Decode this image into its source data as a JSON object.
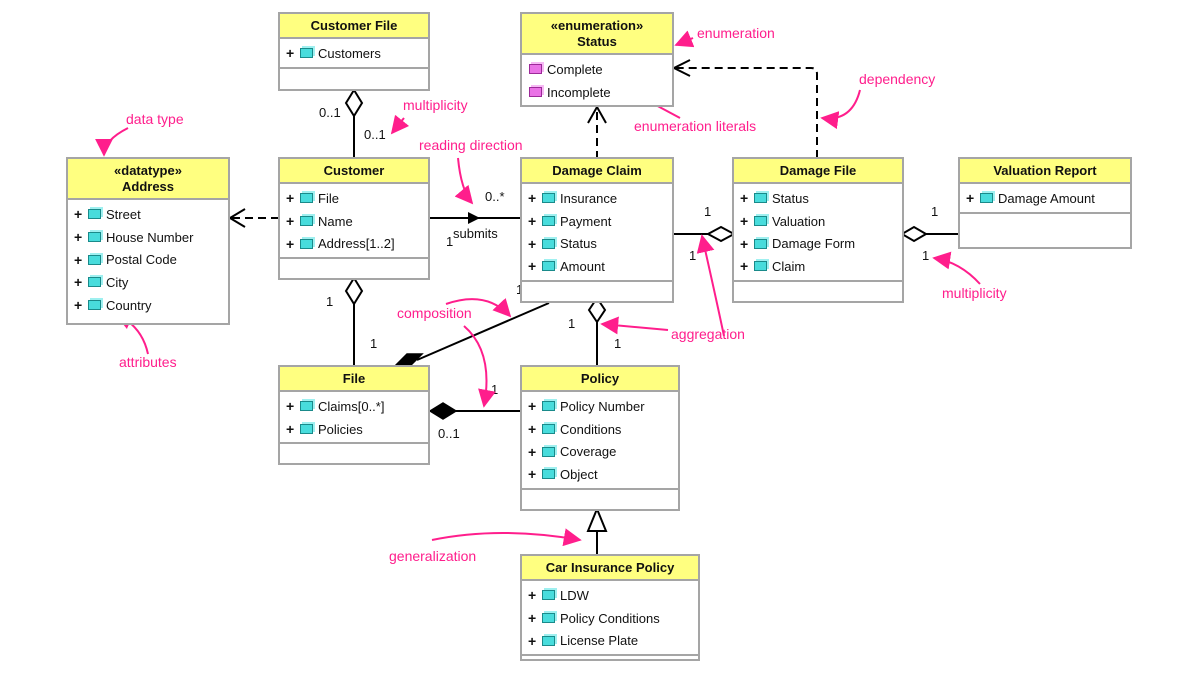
{
  "classes": {
    "customer_file": {
      "stereotype": "",
      "name": "Customer File",
      "attrs": [
        "Customers"
      ]
    },
    "status": {
      "stereotype": "«enumeration»",
      "name": "Status",
      "literals": [
        "Complete",
        "Incomplete"
      ]
    },
    "address": {
      "stereotype": "«datatype»",
      "name": "Address",
      "attrs": [
        "Street",
        "House Number",
        "Postal Code",
        "City",
        "Country"
      ]
    },
    "customer": {
      "stereotype": "",
      "name": "Customer",
      "attrs": [
        "File",
        "Name",
        "Address[1..2]"
      ]
    },
    "damage_claim": {
      "stereotype": "",
      "name": "Damage Claim",
      "attrs": [
        "Insurance",
        "Payment",
        "Status",
        "Amount"
      ]
    },
    "damage_file": {
      "stereotype": "",
      "name": "Damage File",
      "attrs": [
        "Status",
        "Valuation",
        "Damage Form",
        "Claim"
      ]
    },
    "valuation_report": {
      "stereotype": "",
      "name": "Valuation Report",
      "attrs": [
        "Damage Amount"
      ]
    },
    "file": {
      "stereotype": "",
      "name": "File",
      "attrs": [
        "Claims[0..*]",
        "Policies"
      ]
    },
    "policy": {
      "stereotype": "",
      "name": "Policy",
      "attrs": [
        "Policy Number",
        "Conditions",
        "Coverage",
        "Object"
      ]
    },
    "car_insurance_policy": {
      "stereotype": "",
      "name": "Car Insurance Policy",
      "attrs": [
        "LDW",
        "Policy Conditions",
        "License Plate"
      ]
    }
  },
  "visibility_symbol": "+",
  "association": {
    "name": "submits"
  },
  "multiplicities": {
    "cf_customer_upper": "0..1",
    "cf_customer_lower": "0..1",
    "customer_claim": "0..*",
    "customer_claim_near_customer": "1",
    "customer_file_top": "1",
    "customer_file_bottom": "1",
    "claim_file_top": "1",
    "claim_file_bottom": "1",
    "claim_policy_top": "1",
    "claim_policy_bottom": "1",
    "file_policy_right": "1",
    "file_policy_left": "0..1",
    "claim_dfile_top": "1",
    "claim_dfile_bottom": "1",
    "dfile_report_top": "1",
    "dfile_report_bottom": "1"
  },
  "annotations": {
    "enumeration": "enumeration",
    "dependency": "dependency",
    "multiplicity_top": "multiplicity",
    "data_type": "data type",
    "reading_direction": "reading direction",
    "enumeration_literals": "enumeration literals",
    "multiplicity_right": "multiplicity",
    "composition": "composition",
    "aggregation": "aggregation",
    "attributes": "attributes",
    "generalization": "generalization"
  },
  "colors": {
    "class_header": "#ffff80",
    "class_border": "#a5a5a5",
    "annotation": "#ff1e8c",
    "attribute_icon": "#48dcdc",
    "literal_icon": "#ea72e6"
  }
}
